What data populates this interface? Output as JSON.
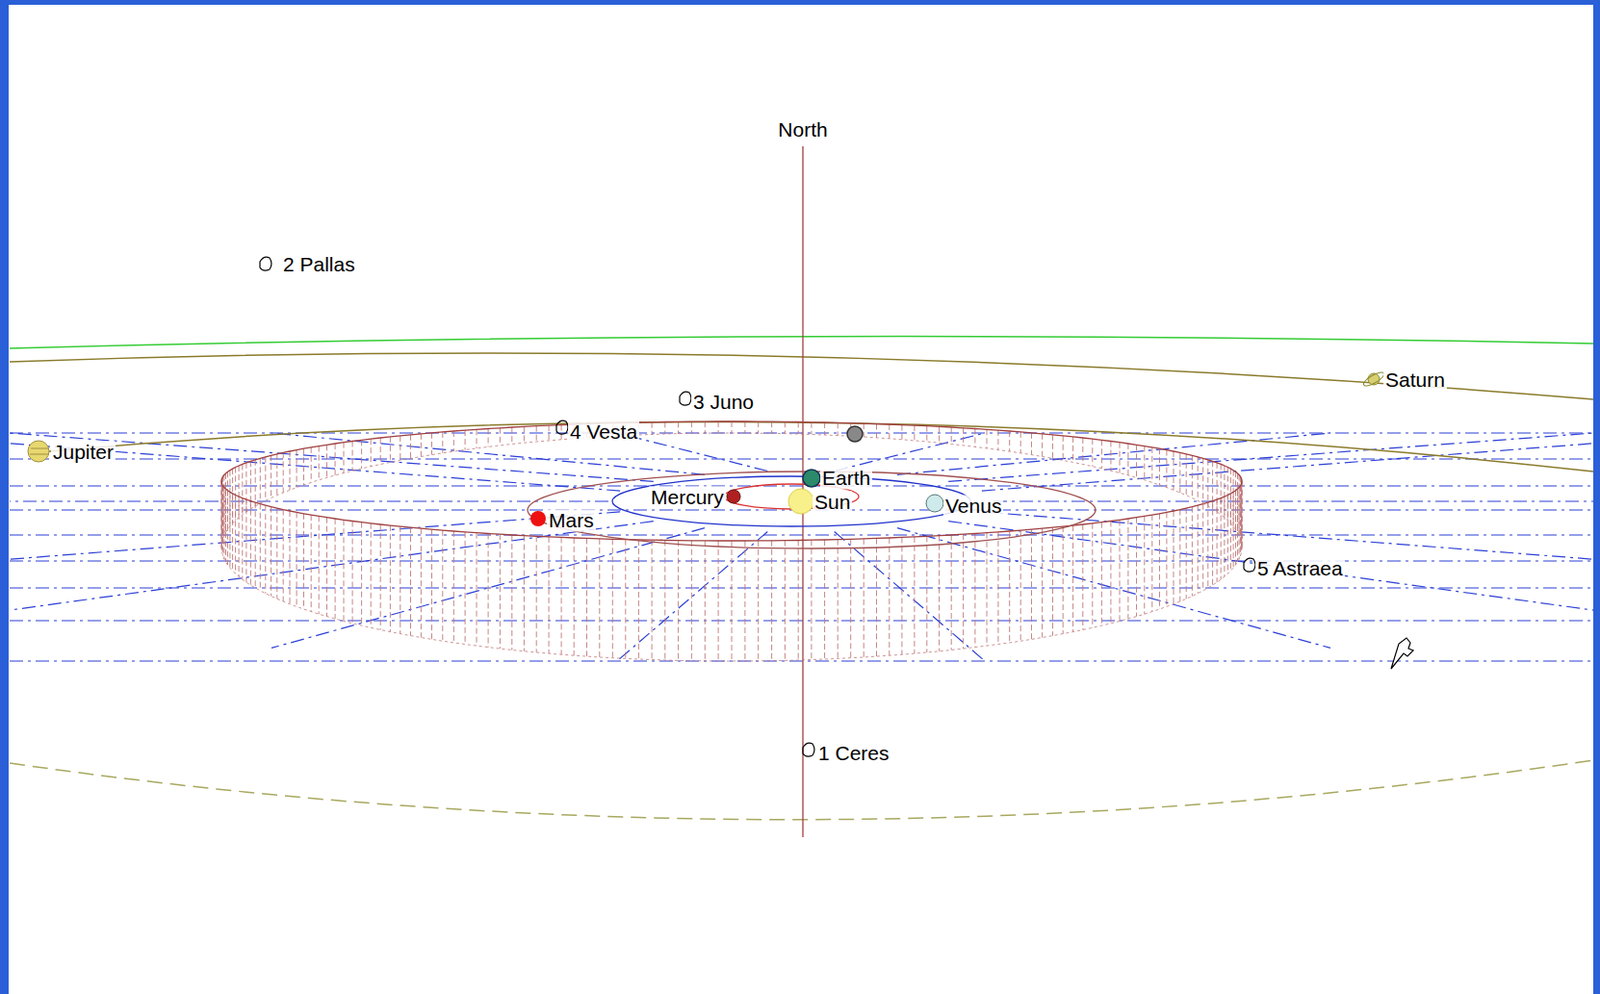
{
  "diagram": {
    "labels": [
      "North",
      "2 Pallas",
      "Saturn",
      "3 Juno",
      "4 Vesta",
      "Jupiter",
      "Earth",
      "Mercury",
      "Sun",
      "Venus",
      "Mars",
      "5 Astraea",
      "1 Ceres"
    ]
  }
}
